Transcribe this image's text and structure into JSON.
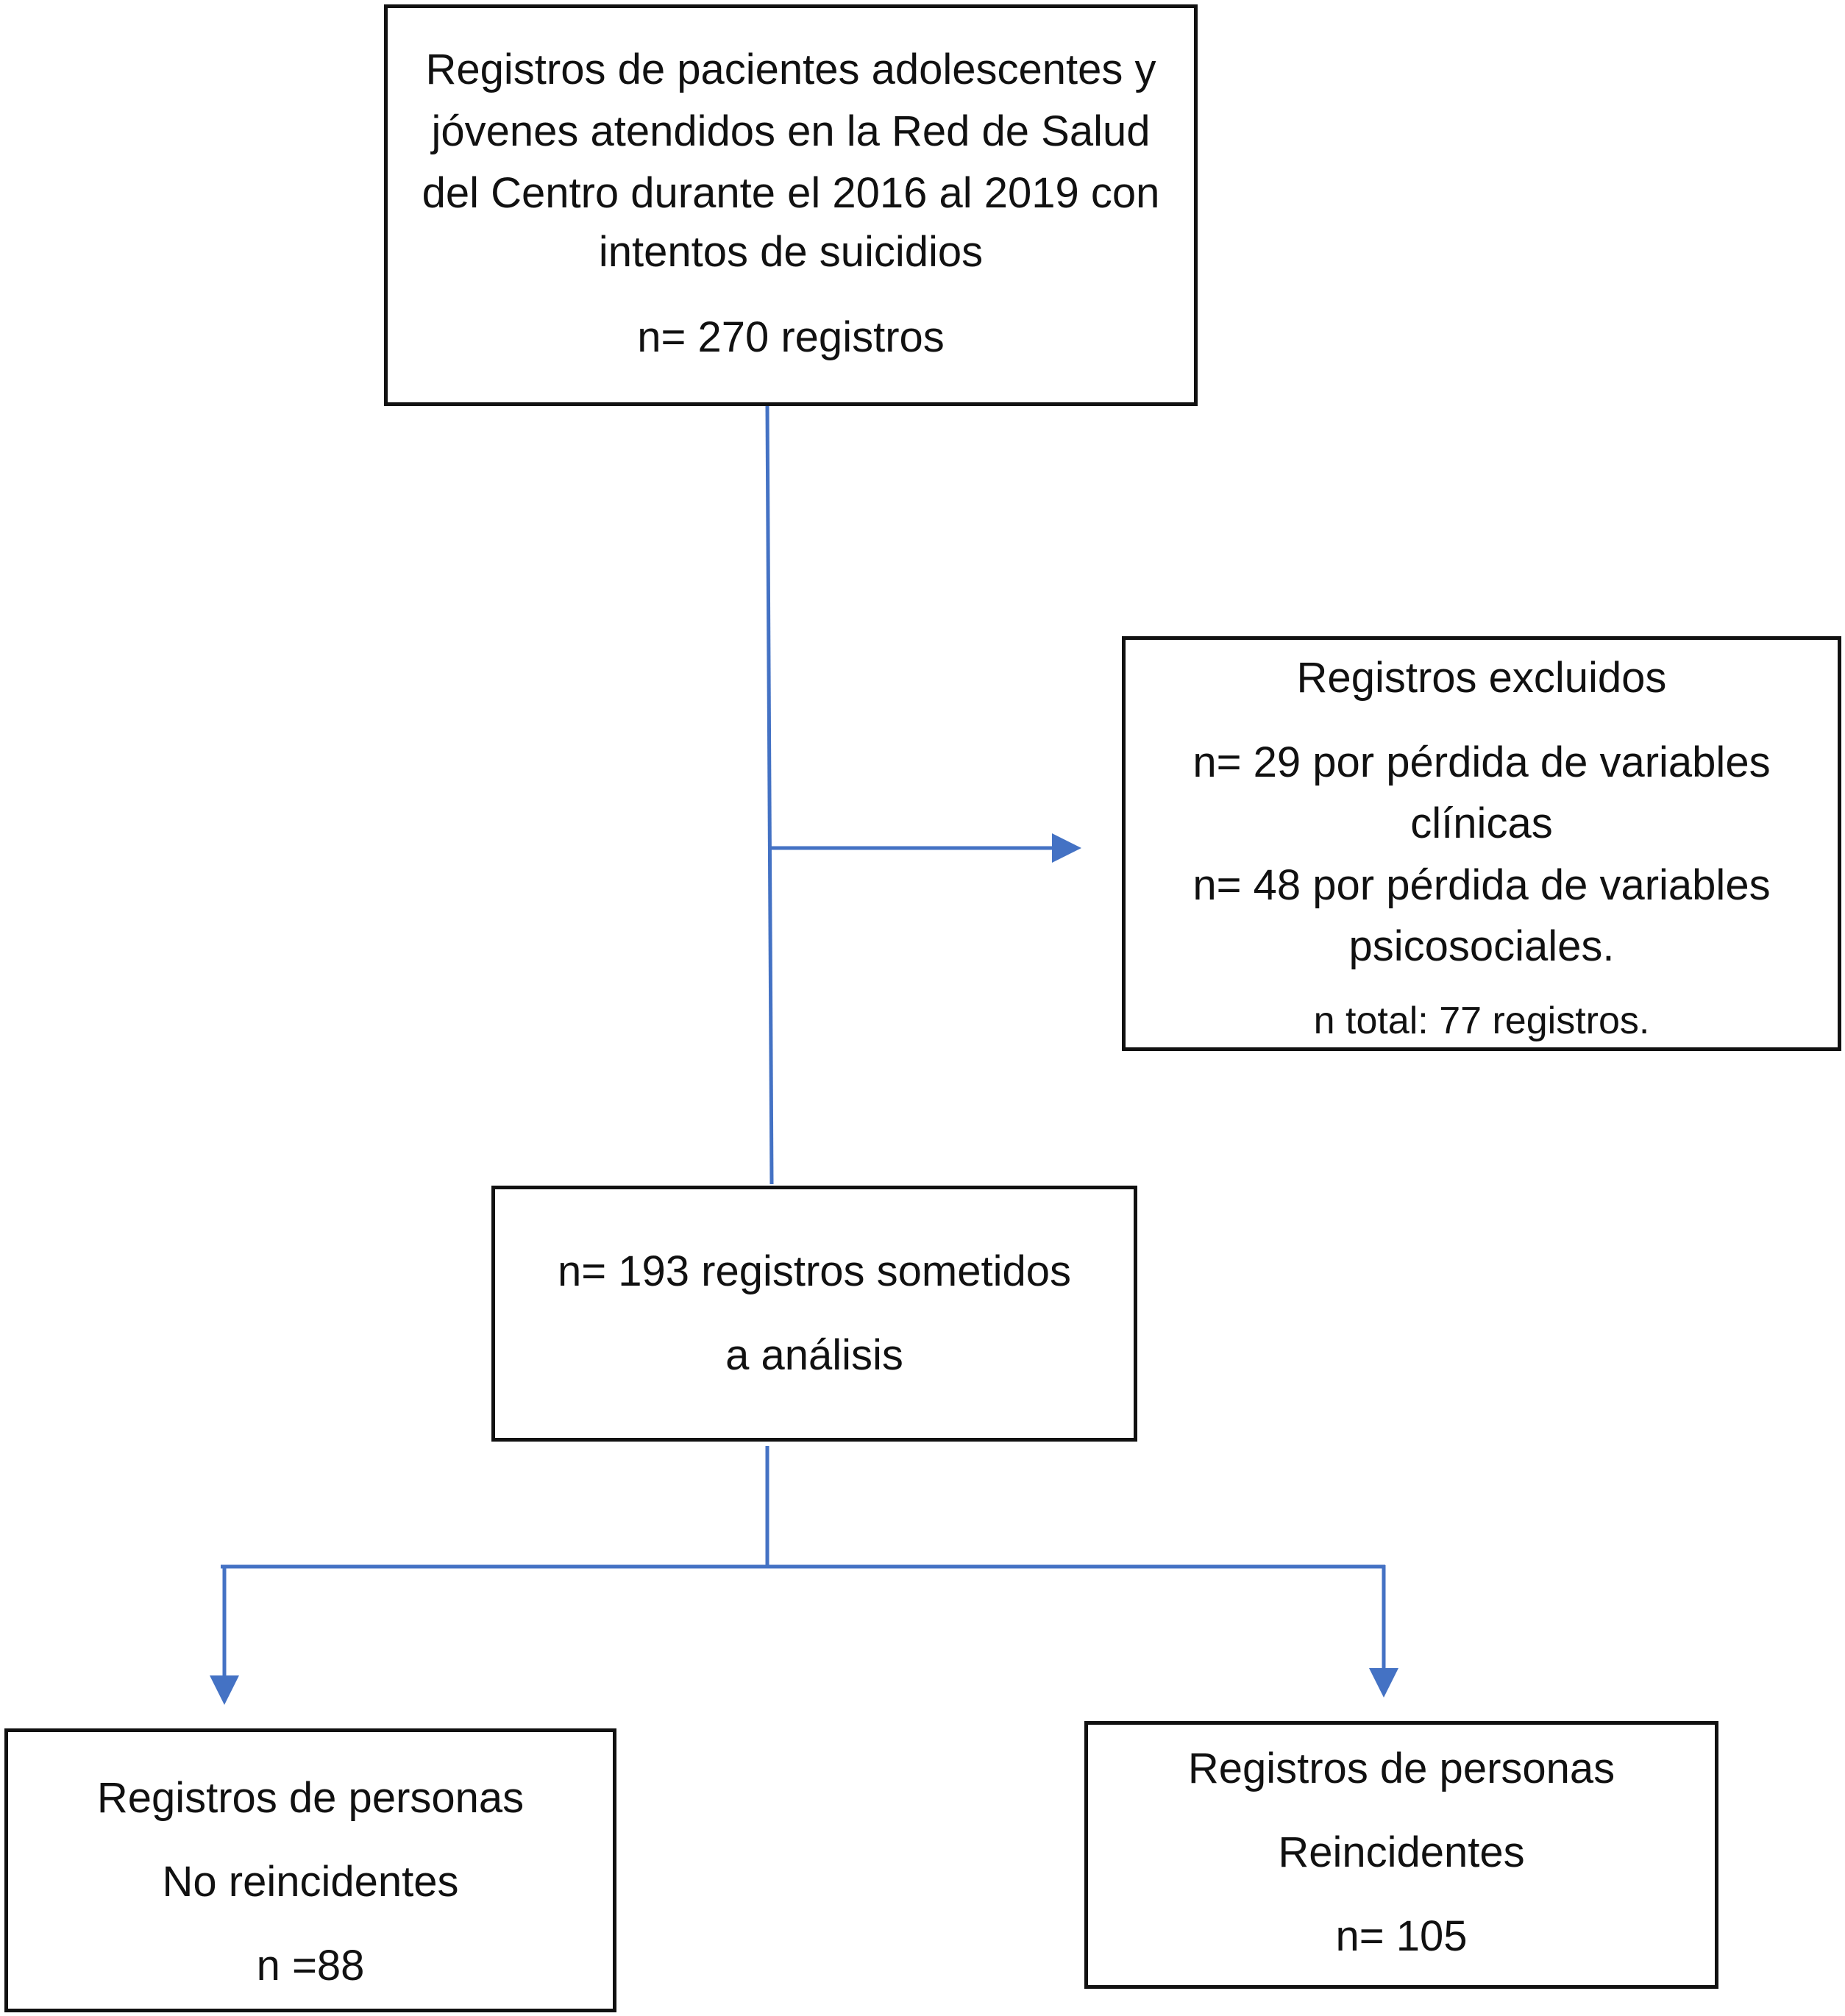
{
  "accent_color": "#4472C4",
  "boxes": {
    "initial": {
      "lines": [
        "Registros de pacientes adolescentes y",
        "jóvenes atendidos en la Red de Salud",
        "del Centro durante el 2016 al 2019 con",
        "intentos de suicidios"
      ],
      "count": "n= 270  registros"
    },
    "excluded": {
      "title": "Registros excluidos",
      "reason1": [
        "n= 29 por pérdida de variables",
        "clínicas"
      ],
      "reason2": [
        "n= 48 por pérdida de variables",
        "psicosociales."
      ],
      "total": "n total: 77 registros."
    },
    "analyzed": {
      "lines": [
        "n= 193 registros sometidos",
        "a análisis"
      ]
    },
    "non_recurrent": {
      "lines": [
        "Registros de personas",
        "No reincidentes",
        "n =88"
      ]
    },
    "recurrent": {
      "lines": [
        "Registros de personas",
        "Reincidentes",
        "n= 105"
      ]
    }
  }
}
